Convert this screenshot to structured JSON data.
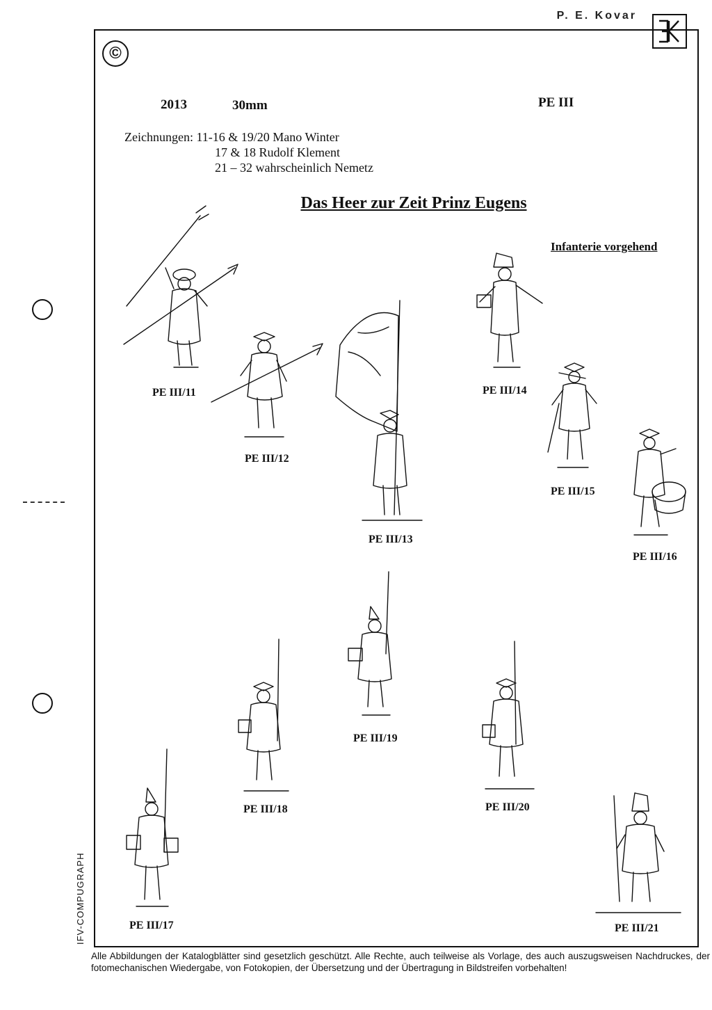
{
  "header": {
    "author": "P. E. Kovar",
    "copyright_symbol": "©",
    "year": "2013",
    "scale": "30mm",
    "series": "PE III"
  },
  "credits": {
    "lead": "Zeichnungen:",
    "lines": [
      "11-16 & 19/20 Mano Winter",
      "17 & 18 Rudolf Klement",
      "21 – 32 wahrscheinlich Nemetz"
    ]
  },
  "title": "Das Heer zur Zeit Prinz Eugens",
  "subtitle": "Infanterie vorgehend",
  "figures": [
    {
      "label": "PE III/11",
      "icon": "officer-with-spontoon-icon"
    },
    {
      "label": "PE III/12",
      "icon": "soldier-with-halberd-icon"
    },
    {
      "label": "PE III/13",
      "icon": "flag-bearer-icon"
    },
    {
      "label": "PE III/14",
      "icon": "grenadier-marching-icon"
    },
    {
      "label": "PE III/15",
      "icon": "fifer-icon"
    },
    {
      "label": "PE III/16",
      "icon": "drummer-icon"
    },
    {
      "label": "PE III/17",
      "icon": "grenadier-with-musket-icon"
    },
    {
      "label": "PE III/18",
      "icon": "musketeer-icon"
    },
    {
      "label": "PE III/19",
      "icon": "grenadier-with-musket-icon"
    },
    {
      "label": "PE III/20",
      "icon": "musketeer-icon"
    },
    {
      "label": "PE III/21",
      "icon": "grenadier-standing-icon"
    }
  ],
  "side_text": "IFV-COMPUGRAPH",
  "footer": "Alle Abbildungen der Katalogblätter sind gesetzlich geschützt. Alle Rechte, auch teilweise als Vorlage, des auch auszugsweisen Nachdruckes, der fotomechanischen Wiedergabe, von Fotokopien, der Übersetzung und der Übertragung in Bildstreifen vorbehalten!"
}
